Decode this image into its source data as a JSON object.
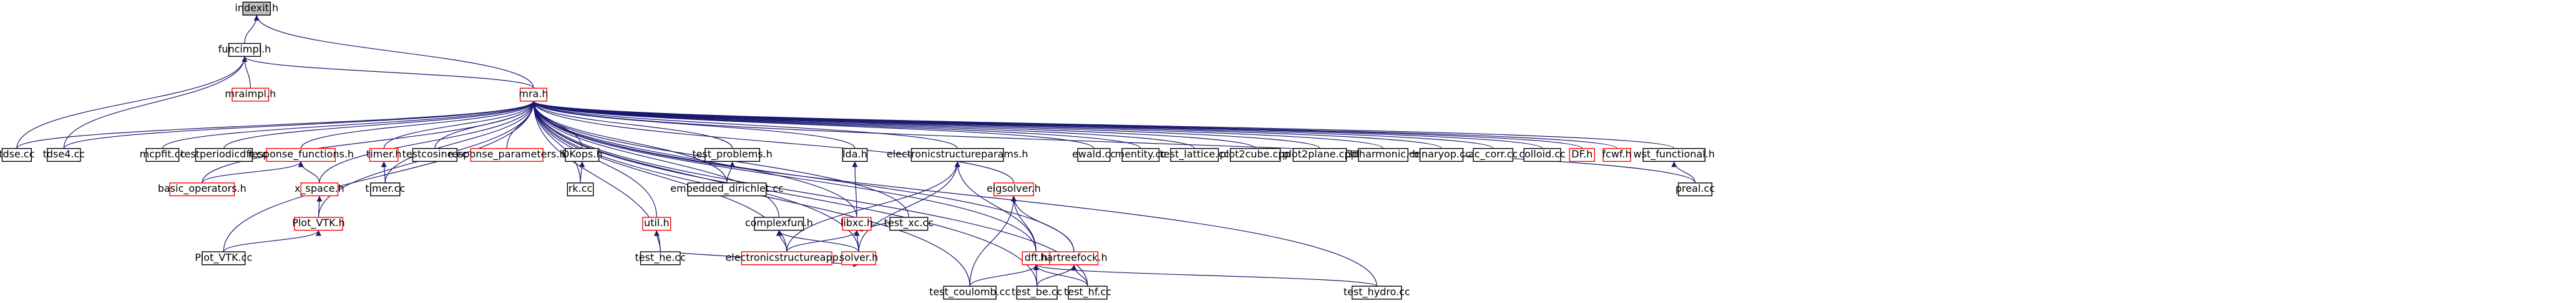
{
  "colors": {
    "edge": "#191970",
    "node_border": "#000000",
    "node_border_red": "#ff0000",
    "focus_fill": "#bfbfbf",
    "node_fill": "#ffffff"
  },
  "nodes": [
    {
      "id": "indexit",
      "label": "indexit.h",
      "focus": true
    },
    {
      "id": "funcimpl",
      "label": "funcimpl.h"
    },
    {
      "id": "mraimpl",
      "label": "mraimpl.h",
      "red": true
    },
    {
      "id": "mra",
      "label": "mra.h",
      "red": true
    },
    {
      "id": "tdse",
      "label": "tdse.cc"
    },
    {
      "id": "tdse4",
      "label": "tdse4.cc"
    },
    {
      "id": "mcpfit",
      "label": "mcpfit.cc"
    },
    {
      "id": "testperiodicdft",
      "label": "testperiodicdft.cc"
    },
    {
      "id": "respfun",
      "label": "response_functions.h",
      "red": true
    },
    {
      "id": "basicops",
      "label": "basic_operators.h",
      "red": true
    },
    {
      "id": "xspace",
      "label": "x_space.h",
      "red": true
    },
    {
      "id": "plotvtkh",
      "label": "Plot_VTK.h",
      "red": true
    },
    {
      "id": "plotvtkcc",
      "label": "Plot_VTK.cc"
    },
    {
      "id": "timerh",
      "label": "timer.h",
      "red": true
    },
    {
      "id": "timercc",
      "label": "timer.cc"
    },
    {
      "id": "testcosine",
      "label": "testcosine.cc"
    },
    {
      "id": "respparams",
      "label": "response_parameters.h",
      "red": true
    },
    {
      "id": "dkops",
      "label": "DKops.h"
    },
    {
      "id": "rkcc",
      "label": "rk.cc"
    },
    {
      "id": "utilh",
      "label": "util.h",
      "red": true
    },
    {
      "id": "testhe",
      "label": "test_he.cc"
    },
    {
      "id": "testproblems",
      "label": "test_problems.h"
    },
    {
      "id": "embdir",
      "label": "embedded_dirichlet.cc"
    },
    {
      "id": "complexfun",
      "label": "complexfun.h"
    },
    {
      "id": "ldah",
      "label": "lda.h"
    },
    {
      "id": "libxc",
      "label": "libxc.h",
      "red": true
    },
    {
      "id": "ecsapp",
      "label": "electronicstructureapp.h",
      "red": true
    },
    {
      "id": "solverh",
      "label": "solver.h",
      "red": true
    },
    {
      "id": "testxc",
      "label": "test_xc.cc"
    },
    {
      "id": "ecsparams",
      "label": "electronicstructureparams.h"
    },
    {
      "id": "eigsolver",
      "label": "eigsolver.h",
      "red": true
    },
    {
      "id": "dfth",
      "label": "dft.h",
      "red": true
    },
    {
      "id": "hartreefock",
      "label": "hartreefock.h",
      "red": true
    },
    {
      "id": "testcoulomb",
      "label": "test_coulomb.cc"
    },
    {
      "id": "testbe",
      "label": "test_be.cc"
    },
    {
      "id": "testhf",
      "label": "test_hf.cc"
    },
    {
      "id": "testhydro",
      "label": "test_hydro.cc"
    },
    {
      "id": "ewald",
      "label": "ewald.cc"
    },
    {
      "id": "mentity",
      "label": "mentity.cc"
    },
    {
      "id": "testlattice",
      "label": "test_lattice.cc"
    },
    {
      "id": "plot2cube",
      "label": "plot2cube.cpp"
    },
    {
      "id": "plot2plane",
      "label": "plot2plane.cpp"
    },
    {
      "id": "dharmonic",
      "label": "3dharmonic.cc"
    },
    {
      "id": "binaryop",
      "label": "binaryop.cc"
    },
    {
      "id": "accorr",
      "label": "ac_corr.cc"
    },
    {
      "id": "colloid",
      "label": "colloid.cc"
    },
    {
      "id": "dfh",
      "label": "DF.h",
      "red": true
    },
    {
      "id": "fcwf",
      "label": "fcwf.h",
      "red": true
    },
    {
      "id": "wstfunc",
      "label": "wst_functional.h"
    },
    {
      "id": "preal",
      "label": "preal.cc"
    }
  ],
  "edges": [
    [
      "funcimpl",
      "indexit"
    ],
    [
      "mra",
      "indexit"
    ],
    [
      "mraimpl",
      "funcimpl"
    ],
    [
      "mra",
      "funcimpl"
    ],
    [
      "tdse",
      "funcimpl"
    ],
    [
      "tdse4",
      "funcimpl"
    ],
    [
      "tdse",
      "mra"
    ],
    [
      "tdse4",
      "mra"
    ],
    [
      "mcpfit",
      "mra"
    ],
    [
      "testperiodicdft",
      "mra"
    ],
    [
      "respfun",
      "mra"
    ],
    [
      "basicops",
      "mra"
    ],
    [
      "xspace",
      "mra"
    ],
    [
      "plotvtkh",
      "mra"
    ],
    [
      "plotvtkcc",
      "mra"
    ],
    [
      "timerh",
      "mra"
    ],
    [
      "timercc",
      "mra"
    ],
    [
      "testcosine",
      "mra"
    ],
    [
      "respparams",
      "mra"
    ],
    [
      "dkops",
      "mra"
    ],
    [
      "rkcc",
      "mra"
    ],
    [
      "utilh",
      "mra"
    ],
    [
      "testhe",
      "mra"
    ],
    [
      "testproblems",
      "mra"
    ],
    [
      "embdir",
      "mra"
    ],
    [
      "complexfun",
      "mra"
    ],
    [
      "ldah",
      "mra"
    ],
    [
      "libxc",
      "mra"
    ],
    [
      "ecsapp",
      "mra"
    ],
    [
      "solverh",
      "mra"
    ],
    [
      "testxc",
      "mra"
    ],
    [
      "ecsparams",
      "mra"
    ],
    [
      "eigsolver",
      "mra"
    ],
    [
      "dfth",
      "mra"
    ],
    [
      "hartreefock",
      "mra"
    ],
    [
      "testcoulomb",
      "mra"
    ],
    [
      "testbe",
      "mra"
    ],
    [
      "testhf",
      "mra"
    ],
    [
      "testhydro",
      "mra"
    ],
    [
      "ewald",
      "mra"
    ],
    [
      "mentity",
      "mra"
    ],
    [
      "testlattice",
      "mra"
    ],
    [
      "plot2cube",
      "mra"
    ],
    [
      "plot2plane",
      "mra"
    ],
    [
      "dharmonic",
      "mra"
    ],
    [
      "binaryop",
      "mra"
    ],
    [
      "accorr",
      "mra"
    ],
    [
      "colloid",
      "mra"
    ],
    [
      "dfh",
      "mra"
    ],
    [
      "fcwf",
      "mra"
    ],
    [
      "wstfunc",
      "mra"
    ],
    [
      "preal",
      "mra"
    ],
    [
      "basicops",
      "respfun"
    ],
    [
      "xspace",
      "respfun"
    ],
    [
      "plotvtkh",
      "xspace"
    ],
    [
      "plotvtkcc",
      "plotvtkh"
    ],
    [
      "timercc",
      "timerh"
    ],
    [
      "rkcc",
      "dkops"
    ],
    [
      "testhe",
      "utilh"
    ],
    [
      "embdir",
      "testproblems"
    ],
    [
      "ecsapp",
      "complexfun"
    ],
    [
      "solverh",
      "complexfun"
    ],
    [
      "libxc",
      "ldah"
    ],
    [
      "ecsapp",
      "libxc"
    ],
    [
      "solverh",
      "libxc"
    ],
    [
      "testxc",
      "libxc"
    ],
    [
      "testhe",
      "solverh"
    ],
    [
      "ecsapp",
      "ecsparams"
    ],
    [
      "solverh",
      "ecsparams"
    ],
    [
      "dfth",
      "ecsparams"
    ],
    [
      "dfth",
      "eigsolver"
    ],
    [
      "hartreefock",
      "eigsolver"
    ],
    [
      "testcoulomb",
      "eigsolver"
    ],
    [
      "testcoulomb",
      "dfth"
    ],
    [
      "testbe",
      "dfth"
    ],
    [
      "testhf",
      "dfth"
    ],
    [
      "testhydro",
      "dfth"
    ],
    [
      "hartreefock",
      "dfth"
    ],
    [
      "testbe",
      "hartreefock"
    ],
    [
      "testhf",
      "hartreefock"
    ],
    [
      "preal",
      "wstfunc"
    ]
  ]
}
